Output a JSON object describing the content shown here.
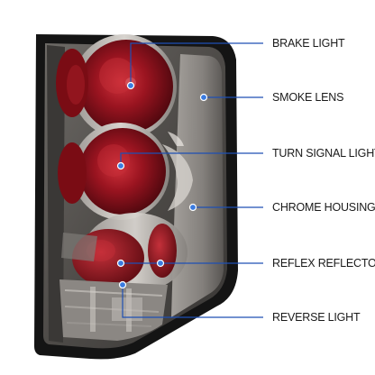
{
  "callouts": [
    {
      "id": "brake_light",
      "label": "BRAKE LIGHT"
    },
    {
      "id": "smoke_lens",
      "label": "SMOKE LENS"
    },
    {
      "id": "turn_signal_light",
      "label": "TURN SIGNAL LIGHT"
    },
    {
      "id": "chrome_housing",
      "label": "CHROME HOUSING"
    },
    {
      "id": "reflex_reflectors",
      "label": "REFLEX REFLECTORS"
    },
    {
      "id": "reverse_light",
      "label": "REVERSE LIGHT"
    }
  ],
  "colors": {
    "leader_line": "#1e4fb4",
    "callout_dot": "#3a7be0",
    "lens_red": "#8a0f18",
    "smoke_gray": "#5a5754",
    "outer_gasket": "#141414"
  }
}
